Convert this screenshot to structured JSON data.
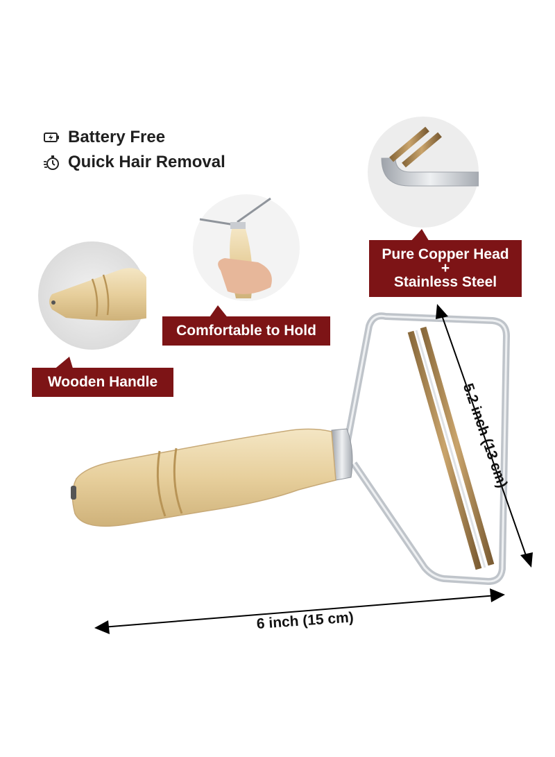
{
  "features": [
    {
      "label": "Battery Free",
      "icon": "battery-charging-icon"
    },
    {
      "label": "Quick Hair Removal",
      "icon": "stopwatch-icon"
    }
  ],
  "callouts": {
    "copper_head": [
      "Pure Copper Head",
      "+",
      "Stainless Steel"
    ],
    "comfortable": "Comfortable to Hold",
    "wooden_handle": "Wooden Handle"
  },
  "dimensions": {
    "width": "6 inch (15 cm)",
    "height": "5.2 inch (13 cm)"
  },
  "colors": {
    "tag_bg": "#7d1416",
    "wood": "#e8d3a3",
    "steel": "#c9ccd1",
    "copper": "#a8834f"
  }
}
